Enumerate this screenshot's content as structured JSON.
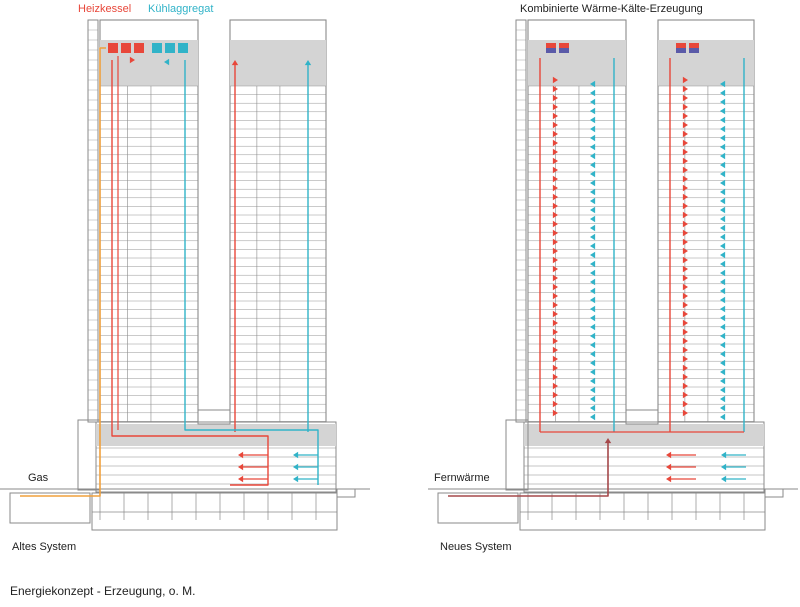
{
  "left_panel": {
    "legend_heating": "Heizkessel",
    "legend_cooling": "Kühlaggregat",
    "source_label": "Gas",
    "system_label": "Altes System"
  },
  "right_panel": {
    "title": "Kombinierte Wärme-Kälte-Erzeugung",
    "source_label": "Fernwärme",
    "system_label": "Neues System"
  },
  "caption": "Energiekonzept - Erzeugung, o. M.",
  "colors": {
    "heating": "#e8473a",
    "cooling": "#31b3c8",
    "gas": "#f0a03c",
    "district_heat": "#a5484a",
    "structure": "#8a8a8a",
    "shaded": "#d4d4d4"
  }
}
